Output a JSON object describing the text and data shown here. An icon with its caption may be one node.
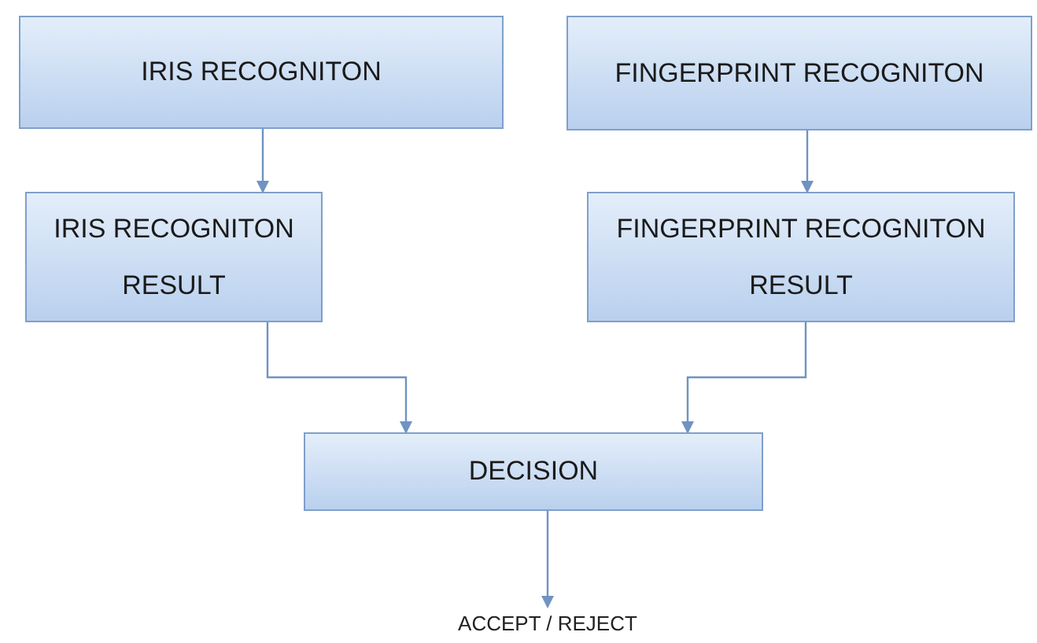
{
  "diagram": {
    "nodes": [
      {
        "text": [
          "IRIS RECOGNITON"
        ]
      },
      {
        "text": [
          "FINGERPRINT RECOGNITON"
        ]
      },
      {
        "text": [
          "IRIS RECOGNITON RESULT"
        ]
      },
      {
        "text": [
          "FINGERPRINT RECOGNITON RESULT"
        ]
      },
      {
        "text": [
          "DECISION"
        ]
      },
      {
        "text": [
          "ACCEPT / REJECT"
        ]
      }
    ],
    "edges": [
      {
        "from": 0,
        "to": 2,
        "arrow": "to"
      },
      {
        "from": 1,
        "to": 3,
        "arrow": "to"
      },
      {
        "from": 2,
        "to": 4,
        "arrow": "to"
      },
      {
        "from": 3,
        "to": 4,
        "arrow": "to"
      },
      {
        "from": 4,
        "to": 5,
        "arrow": "to"
      }
    ]
  }
}
